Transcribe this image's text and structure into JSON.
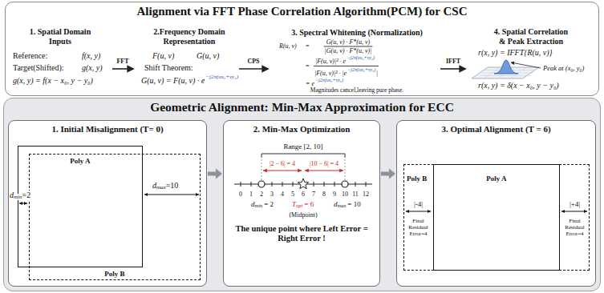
{
  "diagram": {
    "nodes": [
      {
        "text": [
          "Alignment via FFT Phase Correlation Algorithm(PCM) for CSC"
        ]
      },
      {
        "text": [
          "Geometric Alignment: Min-Max Approximation for ECC"
        ]
      },
      {
        "text": [
          "1. Initial Misalignment (T= 0)"
        ],
        "in": 1
      },
      {
        "text": [
          "Poly A"
        ],
        "in": 2
      },
      {
        "text": [
          "Poly B"
        ],
        "in": 2
      },
      {
        "text": [
          "2. Min-Max Optimization",
          "The unique point where Left Error = Right Error !"
        ],
        "in": 1
      },
      {
        "text": [
          "3. Optimal Alignment (T = 6)"
        ],
        "in": 1
      },
      {
        "text": [
          "Poly B"
        ],
        "in": 6
      },
      {
        "text": [
          "Poly A"
        ],
        "in": 7
      }
    ],
    "edges": [
      {
        "from": 2,
        "to": 5,
        "arrow": "to"
      },
      {
        "from": 5,
        "to": 6,
        "arrow": "to"
      }
    ],
    "labels": [
      "1. Spatial Domain Inputs",
      "Reference:",
      "f(x, y)",
      "Target(Shifted):",
      "g(x, y)",
      "g(x, y) = f(x − x₀, y − y₀)",
      "FFT",
      "2.Frequency Domain Representation",
      "F(u, v)",
      "G(u, v)",
      "Shift Theorem:",
      "G(u, v) = F(u, v) · e",
      "−j2π(ux₀+vy₀)",
      "CPS",
      "3. Spectral Whitening (Normalization)",
      "R(u, v)",
      "=",
      "G(u, v) · F*(u, v)",
      "|G(u, v) · F*(u, v)|",
      "=",
      "|F(u, v)|² · e",
      "−j2π(ux₀+vy₀)",
      "|F(u, v)|² · |e",
      "−j2π(ux₀+vy₀)",
      "|",
      "= e",
      "−j2π(ux₀+vy₀)",
      "Magnitudes cancel,leaving pure phase.",
      "IFFT",
      "4. Spatial Correlation & Peak Extraction",
      "r(x, y) = IFFT{R(u, v)}",
      "Peak at (x₀, y₀)",
      "r(x, y) = δ(x − x₀, y − y₀)",
      "d",
      "min",
      "=2",
      "d",
      "max",
      "=10",
      "Range [2, 10]",
      "|2 − 6| = 4",
      "|10 − 6| = 4",
      "0",
      "1",
      "2",
      "3",
      "4",
      "5",
      "6",
      "7",
      "8",
      "9",
      "10",
      "11",
      "12",
      "d",
      "min",
      "= 2",
      "T",
      "opt",
      "= 6",
      "(Midpoint)",
      "d",
      "max",
      "= 10",
      "|-4|",
      "Final Residual Error=4",
      "|+4|",
      "Final Residual Error=4"
    ]
  }
}
